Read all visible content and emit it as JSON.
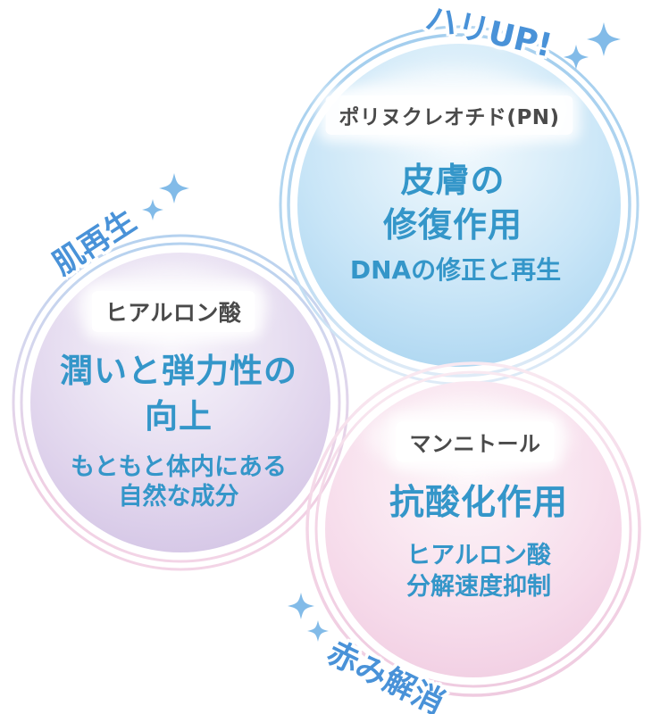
{
  "infographic": {
    "bubbles": [
      {
        "name": "polynucleotide",
        "tag": "ハリUP!",
        "ingredient_label": "ポリヌクレオチド(PN)",
        "effect_lines": [
          "皮膚の",
          "修復作用"
        ],
        "detail_lines": [
          "DNAの修正と再生"
        ],
        "bubble_color": "#A9D4F0",
        "ring_color": "#A3CEEE"
      },
      {
        "name": "hyaluronic-acid",
        "tag": "肌再生",
        "ingredient_label": "ヒアルロン酸",
        "effect_lines": [
          "潤いと弾力性の",
          "向上"
        ],
        "detail_lines": [
          "もともと体内にある",
          "自然な成分"
        ],
        "bubble_color": "#D2C3E4",
        "ring_color": "#B5D2EF"
      },
      {
        "name": "mannitol",
        "tag": "赤み解消",
        "ingredient_label": "マンニトール",
        "effect_lines": [
          "抗酸化作用"
        ],
        "detail_lines": [
          "ヒアルロン酸",
          "分解速度抑制"
        ],
        "bubble_color": "#F0CCE1",
        "ring_color": "#F3D5E6"
      }
    ],
    "colors": {
      "effect_text": "#3496C9",
      "tag_text": "#4992D8",
      "label_text": "#4A4A4A",
      "sparkle": "#82BBE8",
      "background": "#FFFFFF"
    }
  }
}
